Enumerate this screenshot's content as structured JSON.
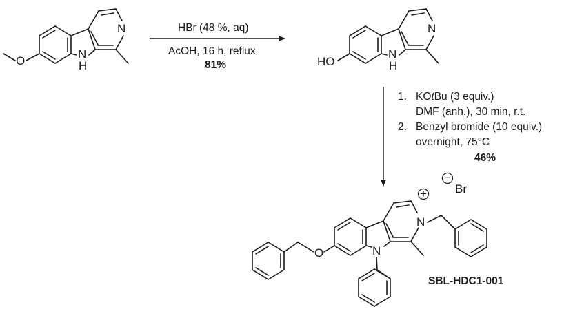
{
  "atoms": {
    "sm_n": "N",
    "sm_nh_n": "N",
    "sm_nh_h": "H",
    "sm_o": "O",
    "p1_n": "N",
    "p1_nh_n": "N",
    "p1_nh_h": "H",
    "p1_ho": "HO",
    "p2_n": "N",
    "p2_n9": "N",
    "p2_o": "O",
    "plus": "+",
    "minus": "−",
    "br": "Br"
  },
  "step1": {
    "reagent": "HBr (48 %, aq)",
    "conditions": "AcOH, 16 h, reflux",
    "yield": "81%"
  },
  "step2": {
    "line1_num": "1.",
    "line1_pre": "KO",
    "line1_italic": "t",
    "line1_post": "Bu (3 equiv.)",
    "line2": "DMF (anh.), 30 min, r.t.",
    "line3_num": "2.",
    "line3": "Benzyl bromide (10 equiv.)",
    "line4": "overnight, 75°C",
    "yield": "46%"
  },
  "compound_label": "SBL-HDC1-001"
}
